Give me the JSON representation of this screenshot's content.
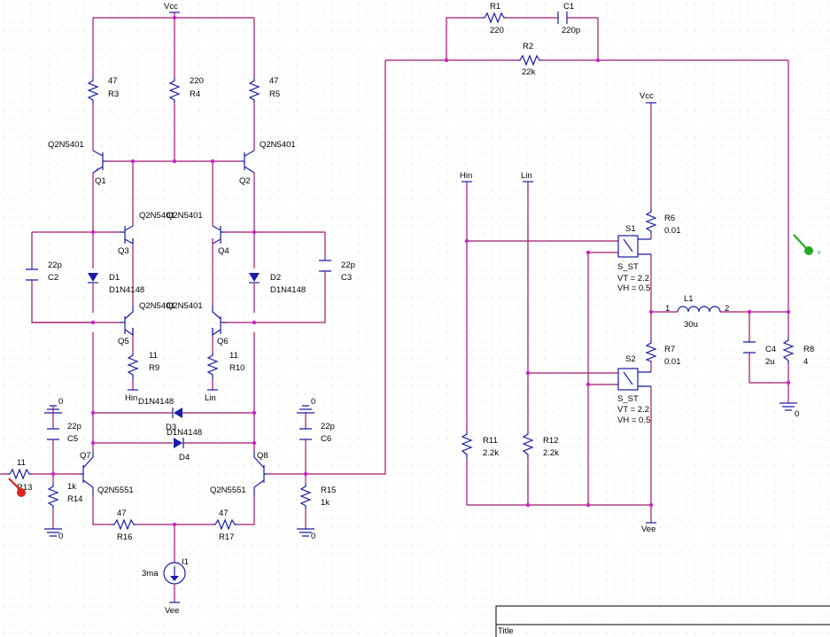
{
  "nets": {
    "vcc": "Vcc",
    "vee": "Vee",
    "gnd": "0",
    "hin": "Hin",
    "lin": "Lin"
  },
  "parts": {
    "R1": {
      "ref": "R1",
      "value": "220"
    },
    "R2": {
      "ref": "R2",
      "value": "22k"
    },
    "R3": {
      "ref": "R3",
      "value": "47"
    },
    "R4": {
      "ref": "R4",
      "value": "220"
    },
    "R5": {
      "ref": "R5",
      "value": "47"
    },
    "R6": {
      "ref": "R6",
      "value": "0.01"
    },
    "R7": {
      "ref": "R7",
      "value": "0.01"
    },
    "R8": {
      "ref": "R8",
      "value": "4"
    },
    "R9": {
      "ref": "R9",
      "value": "11"
    },
    "R10": {
      "ref": "R10",
      "value": "11"
    },
    "R11": {
      "ref": "R11",
      "value": "2.2k"
    },
    "R12": {
      "ref": "R12",
      "value": "2.2k"
    },
    "R13": {
      "ref": "R13",
      "value": "11"
    },
    "R14": {
      "ref": "R14",
      "value": "1k"
    },
    "R15": {
      "ref": "R15",
      "value": "1k"
    },
    "R16": {
      "ref": "R16",
      "value": "47"
    },
    "R17": {
      "ref": "R17",
      "value": "47"
    },
    "C1": {
      "ref": "C1",
      "value": "220p"
    },
    "C2": {
      "ref": "C2",
      "value": "22p"
    },
    "C3": {
      "ref": "C3",
      "value": "22p"
    },
    "C4": {
      "ref": "C4",
      "value": "2u"
    },
    "C5": {
      "ref": "C5",
      "value": "22p"
    },
    "C6": {
      "ref": "C6",
      "value": "22p"
    },
    "L1": {
      "ref": "L1",
      "value": "30u",
      "pin1": "1",
      "pin2": "2"
    },
    "I1": {
      "ref": "I1",
      "value": "3ma"
    },
    "Q1": {
      "ref": "Q1",
      "model": "Q2N5401"
    },
    "Q2": {
      "ref": "Q2",
      "model": "Q2N5401"
    },
    "Q3": {
      "ref": "Q3",
      "model": "Q2N5401"
    },
    "Q4": {
      "ref": "Q4",
      "model": "Q2N5401"
    },
    "Q5": {
      "ref": "Q5",
      "model": "Q2N5401"
    },
    "Q6": {
      "ref": "Q6",
      "model": "Q2N5401"
    },
    "Q7": {
      "ref": "Q7",
      "model": "Q2N5551"
    },
    "Q8": {
      "ref": "Q8",
      "model": "Q2N5551"
    },
    "D1": {
      "ref": "D1",
      "model": "D1N4148"
    },
    "D2": {
      "ref": "D2",
      "model": "D1N4148"
    },
    "D3": {
      "ref": "D3",
      "model": "D1N4148"
    },
    "D4": {
      "ref": "D4",
      "model": "D1N4148"
    },
    "S1": {
      "ref": "S1",
      "model": "S_ST",
      "vt": "VT = 2.2",
      "vh": "VH = 0.5"
    },
    "S2": {
      "ref": "S2",
      "model": "S_ST",
      "vt": "VT = 2.2",
      "vh": "VH = 0.5"
    }
  },
  "title_block": {
    "title": "Title"
  },
  "colors": {
    "wire": "#a0176e",
    "component": "#1a1aa8",
    "junction": "#cc22cc",
    "probe_v": "#22aa22",
    "probe_i": "#dd2222"
  }
}
